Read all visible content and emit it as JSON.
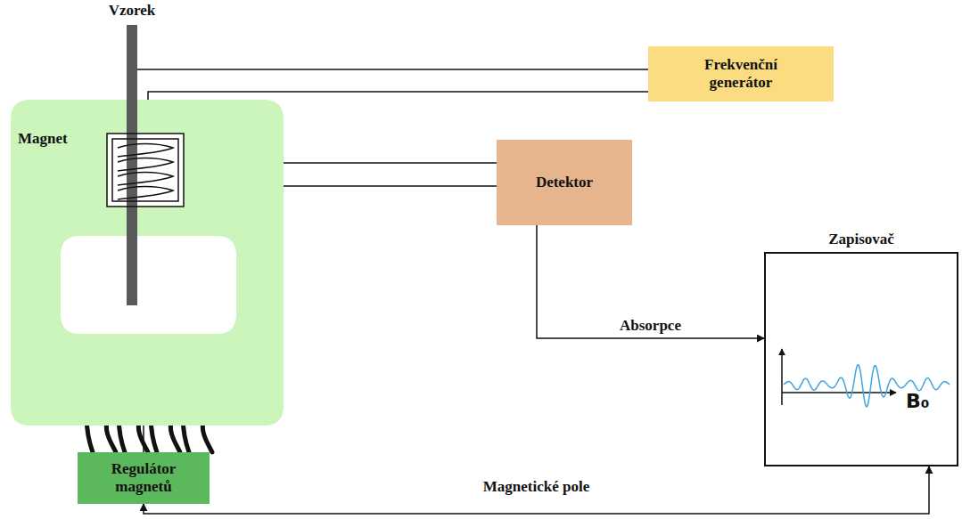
{
  "diagram": {
    "nodes": [
      {
        "text": [
          "Vzorek"
        ]
      },
      {
        "text": [
          "Magnet"
        ]
      },
      {
        "text": [
          "Frekvenční generátor"
        ]
      },
      {
        "text": [
          "Detektor"
        ]
      },
      {
        "text": [
          "Zapisovač"
        ]
      },
      {
        "text": [
          "Regulátor magnetů"
        ]
      }
    ],
    "edges": [
      {
        "from": 2,
        "to": 0,
        "arrow": "none"
      },
      {
        "from": 3,
        "to": 0,
        "arrow": "none"
      },
      {
        "from": 3,
        "to": 4,
        "label": "Absorpce",
        "arrow": "to"
      },
      {
        "from": 4,
        "to": 5,
        "label": "Magnetické pole",
        "arrow": "both"
      },
      {
        "from": 5,
        "to": 1,
        "arrow": "none"
      }
    ],
    "labels": [
      "B₀"
    ]
  }
}
